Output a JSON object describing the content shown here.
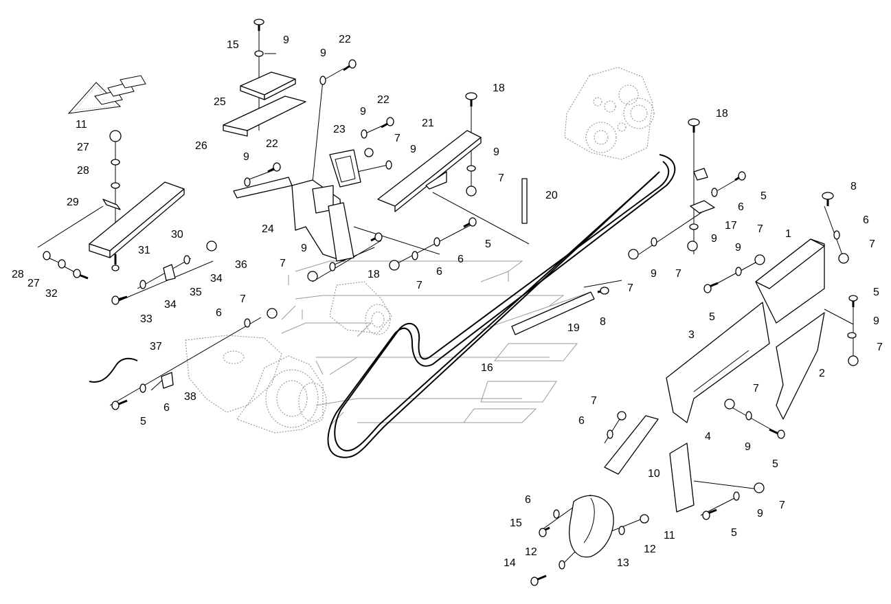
{
  "diagram": {
    "background": "#ffffff",
    "line_color": "#000000",
    "labels": {
      "l1": "1",
      "l2": "2",
      "l3": "3",
      "l4": "4",
      "l5a": "5",
      "l5b": "5",
      "l5c": "5",
      "l5d": "5",
      "l5e": "5",
      "l5f": "5",
      "l5g": "5",
      "l6a": "6",
      "l6b": "6",
      "l6c": "6",
      "l6d": "6",
      "l6e": "6",
      "l6f": "6",
      "l6g": "6",
      "l6h": "6",
      "l7a": "7",
      "l7b": "7",
      "l7c": "7",
      "l7d": "7",
      "l7e": "7",
      "l7f": "7",
      "l7g": "7",
      "l7h": "7",
      "l7i": "7",
      "l7j": "7",
      "l7k": "7",
      "l7l": "7",
      "l8a": "8",
      "l8b": "8",
      "l9a": "9",
      "l9b": "9",
      "l9c": "9",
      "l9d": "9",
      "l9e": "9",
      "l9f": "9",
      "l9g": "9",
      "l9h": "9",
      "l9i": "9",
      "l9j": "9",
      "l9k": "9",
      "l9l": "9",
      "l9m": "9",
      "l10": "10",
      "l11a": "11",
      "l11b": "11",
      "l12a": "12",
      "l12b": "12",
      "l13": "13",
      "l14": "14",
      "l15a": "15",
      "l15b": "15",
      "l16": "16",
      "l17": "17",
      "l18a": "18",
      "l18b": "18",
      "l18c": "18",
      "l19": "19",
      "l20": "20",
      "l21": "21",
      "l22a": "22",
      "l22b": "22",
      "l22c": "22",
      "l23": "23",
      "l24": "24",
      "l25": "25",
      "l26": "26",
      "l27a": "27",
      "l27b": "27",
      "l28a": "28",
      "l28b": "28",
      "l29": "29",
      "l30": "30",
      "l31": "31",
      "l32": "32",
      "l33": "33",
      "l34a": "34",
      "l34b": "34",
      "l35": "35",
      "l36": "36",
      "l37": "37",
      "l38": "38"
    }
  }
}
